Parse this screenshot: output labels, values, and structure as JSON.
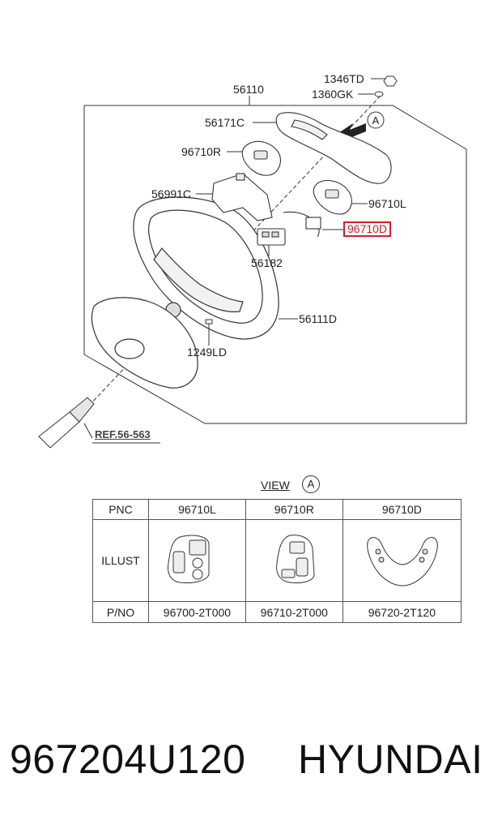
{
  "callouts": {
    "c1346TD": "1346TD",
    "c1360GK": "1360GK",
    "c56110": "56110",
    "c56171C": "56171C",
    "c96710R": "96710R",
    "c56991C": "56991C",
    "c96710L": "96710L",
    "c96710D": "96710D",
    "c56182": "56182",
    "c56111D": "56111D",
    "c1249LD": "1249LD",
    "view_marker": "A"
  },
  "reference": "REF.56-563",
  "highlight_color": "#d0202a",
  "view": {
    "title": "VIEW",
    "marker": "A"
  },
  "table": {
    "row_labels": {
      "pnc": "PNC",
      "illust": "ILLUST",
      "pno": "P/NO"
    },
    "columns": [
      {
        "pnc": "96710L",
        "pno": "96700-2T000"
      },
      {
        "pnc": "96710R",
        "pno": "96710-2T000"
      },
      {
        "pnc": "96710D",
        "pno": "96720-2T120"
      }
    ]
  },
  "footer": {
    "part_number": "967204U120",
    "brand": "HYUNDAI"
  }
}
